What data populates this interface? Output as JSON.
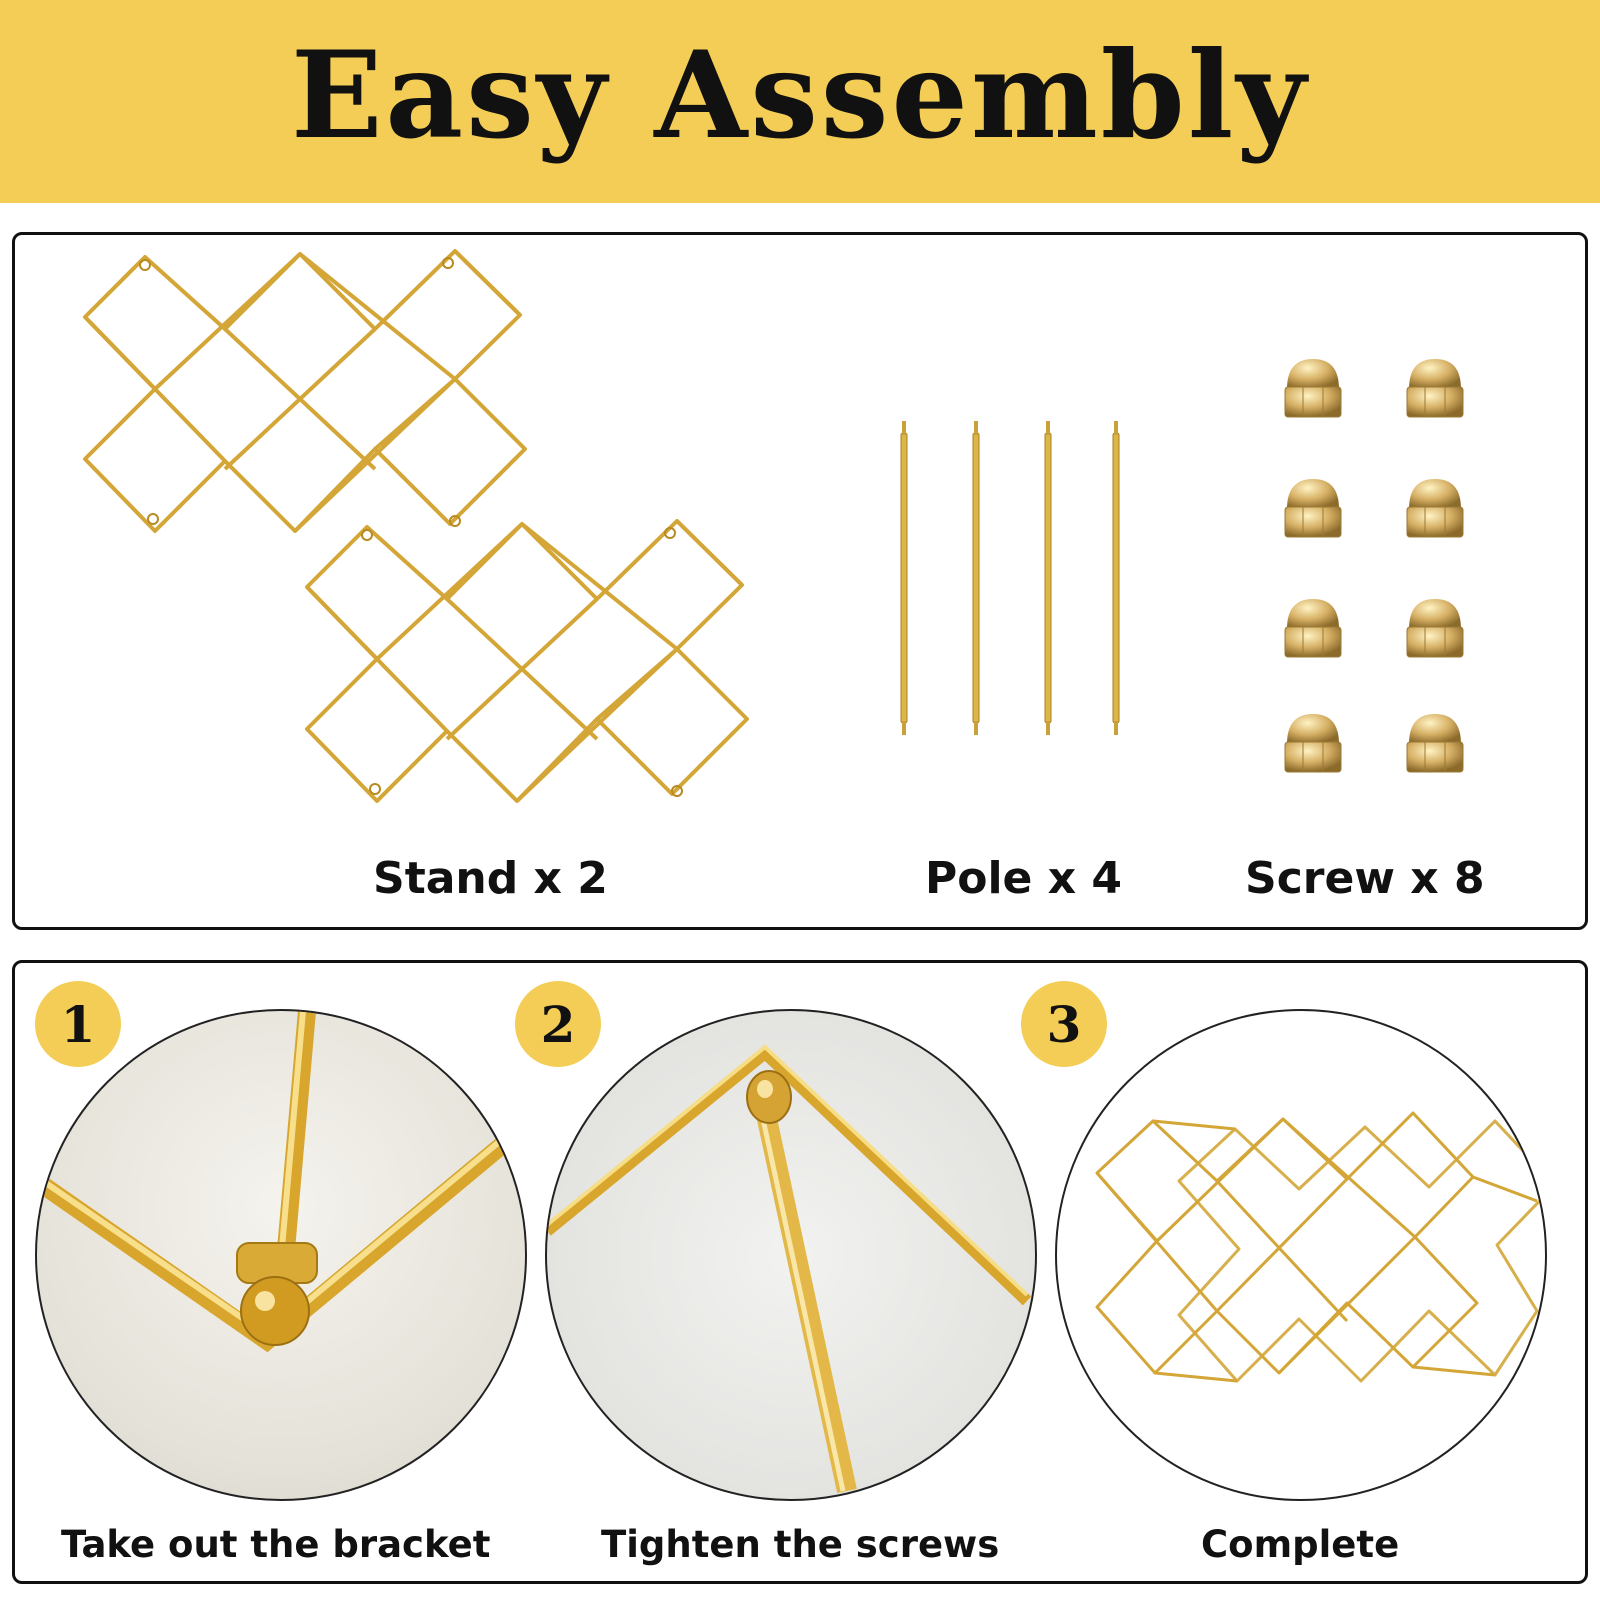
{
  "header": {
    "title": "Easy Assembly",
    "background": "#f3cd55"
  },
  "parts": {
    "items": [
      {
        "label": "Stand x 2",
        "icon": "stand-frame-icon"
      },
      {
        "label": "Pole x 4",
        "icon": "pole-icon"
      },
      {
        "label": "Screw x 8",
        "icon": "cap-nut-icon"
      }
    ]
  },
  "steps": {
    "items": [
      {
        "number": "1",
        "label": "Take out the bracket",
        "icon": "bracket-closeup-icon"
      },
      {
        "number": "2",
        "label": "Tighten the screws",
        "icon": "screw-closeup-icon"
      },
      {
        "number": "3",
        "label": "Complete",
        "icon": "wine-rack-complete-icon"
      }
    ]
  },
  "colors": {
    "gold": "#d9a92a",
    "badge": "#f3cd55"
  }
}
